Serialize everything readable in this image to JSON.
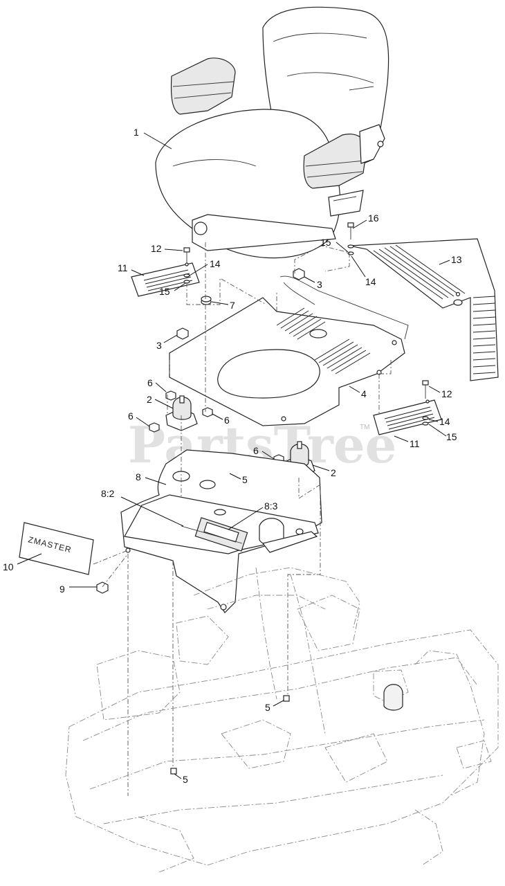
{
  "watermark": {
    "text": "PartsTree",
    "tm": "TM"
  },
  "badge": {
    "text": "ZMASTER"
  },
  "callouts": [
    "1",
    "16",
    "12",
    "15",
    "13",
    "14",
    "11",
    "3",
    "15",
    "14",
    "7",
    "3",
    "6",
    "4",
    "12",
    "2",
    "6",
    "6",
    "14",
    "11",
    "15",
    "6",
    "2",
    "5",
    "8",
    "8:2",
    "8:3",
    "10",
    "9",
    "5",
    "5"
  ]
}
